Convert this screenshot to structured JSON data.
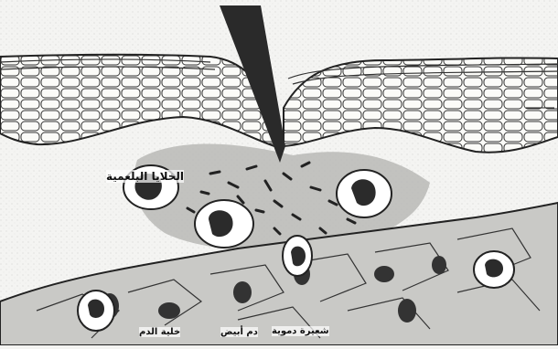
{
  "labels": {
    "left": "الخلايا البلعمية",
    "bottom_1": "خلية الدم",
    "bottom_2": "دم أبيض",
    "bottom_3": "شعيرة دموية"
  }
}
